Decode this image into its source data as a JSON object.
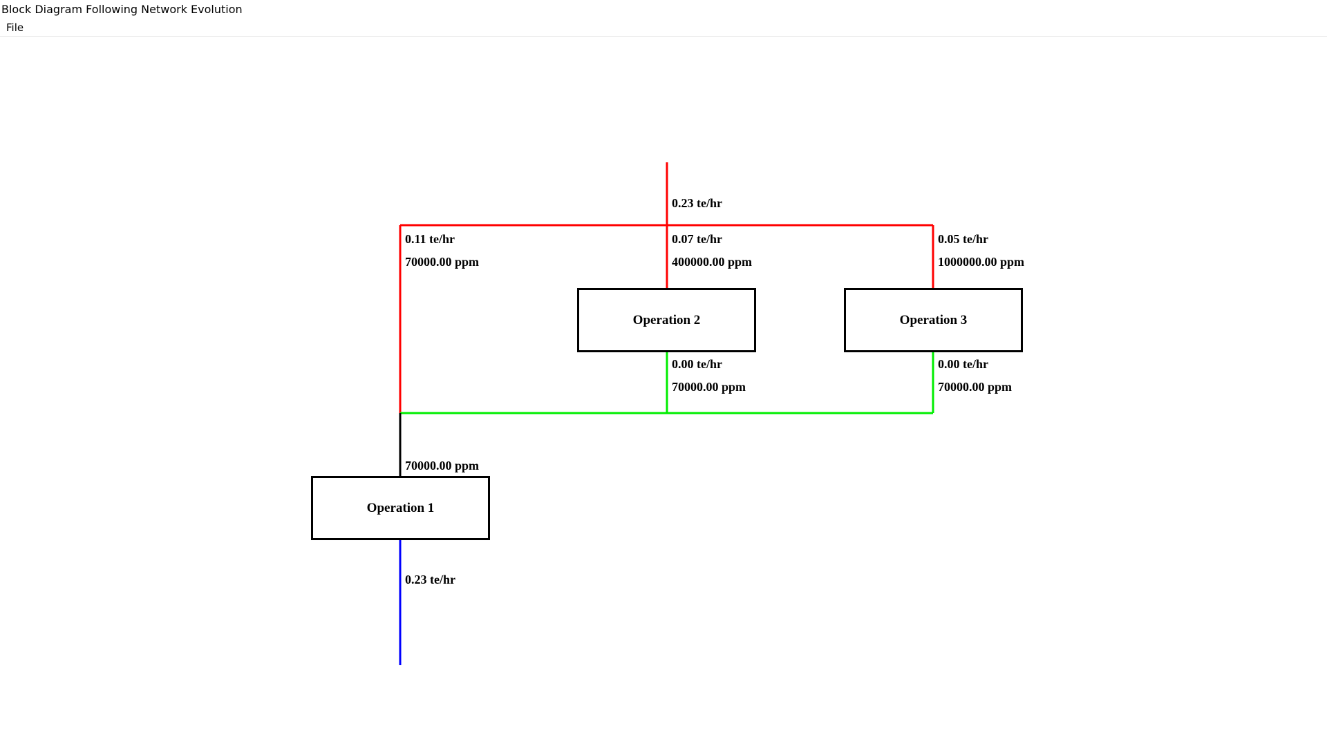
{
  "window": {
    "title": "Block Diagram Following Network Evolution"
  },
  "menu": {
    "file_label": "File"
  },
  "colors": {
    "freshwater": "#ff0000",
    "reuse": "#00ee00",
    "mixed": "#000000",
    "wastewater": "#0000ff",
    "box_border": "#000000"
  },
  "diagram": {
    "operations": {
      "op1": "Operation 1",
      "op2": "Operation 2",
      "op3": "Operation 3"
    },
    "streams": {
      "fresh_total_flow": "0.23 te/hr",
      "op1_fresh_flow": "0.11 te/hr",
      "op1_fresh_conc": "70000.00 ppm",
      "op2_fresh_flow": "0.07 te/hr",
      "op2_fresh_conc": "400000.00 ppm",
      "op3_fresh_flow": "0.05 te/hr",
      "op3_fresh_conc": "1000000.00 ppm",
      "op2_out_flow": "0.00 te/hr",
      "op2_out_conc": "70000.00 ppm",
      "op3_out_flow": "0.00 te/hr",
      "op3_out_conc": "70000.00 ppm",
      "op1_in_conc": "70000.00 ppm",
      "waste_flow": "0.23 te/hr"
    }
  }
}
